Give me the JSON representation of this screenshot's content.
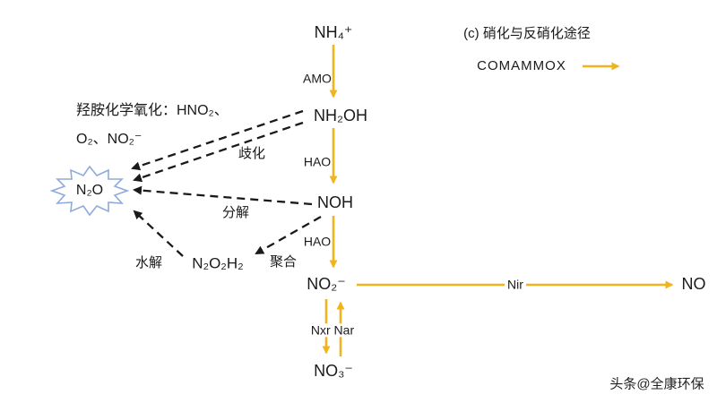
{
  "colors": {
    "accent": "#F0B41E",
    "ink": "#1A1A1A",
    "burst": "#8FAADC"
  },
  "header": {
    "title": "(c) 硝化与反硝化途径",
    "comammox_label": "COMAMMOX"
  },
  "nodes": {
    "nh4": "NH₄⁺",
    "nh2oh": "NH₂OH",
    "noh": "NOH",
    "no2": "NO₂⁻",
    "no3": "NO₃⁻",
    "no": "NO",
    "n2o": "N₂O",
    "n2o2h2": "N₂O₂H₂"
  },
  "enzymes": {
    "amo": "AMO",
    "hao1": "HAO",
    "hao2": "HAO",
    "nxr_nar": "Nxr Nar",
    "nir": "Nir"
  },
  "processes": {
    "disproportionation": "歧化",
    "decomposition": "分解",
    "hydrolysis": "水解",
    "polymerization": "聚合"
  },
  "side_note": {
    "line1": "羟胺化学氧化：HNO₂、",
    "line2": "O₂、NO₂⁻"
  },
  "watermark": "头条@全康环保"
}
